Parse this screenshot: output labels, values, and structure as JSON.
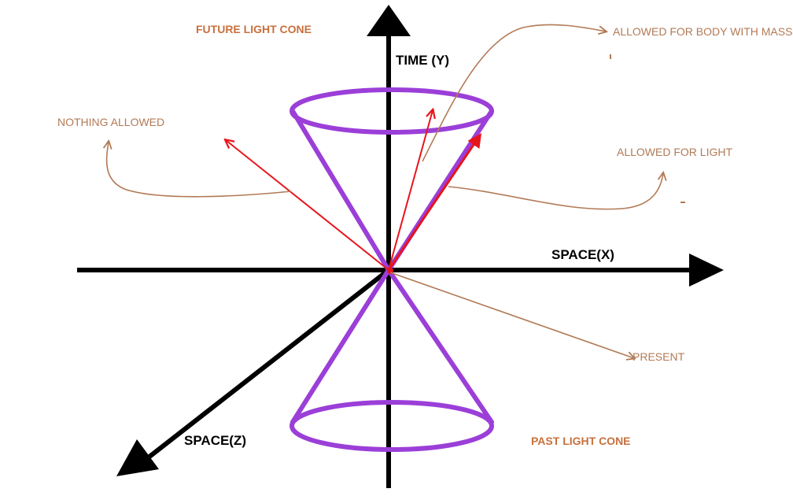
{
  "labels": {
    "future_cone": "FUTURE LIGHT CONE",
    "past_cone": "PAST LIGHT CONE",
    "time_axis": "TIME (Y)",
    "space_x": "SPACE(X)",
    "space_z": "SPACE(Z)",
    "nothing_allowed": "NOTHING ALLOWED",
    "allowed_light": "ALLOWED FOR LIGHT",
    "allowed_mass": "ALLOWED FOR BODY WITH MASS",
    "present": "PRESENT"
  },
  "colors": {
    "axis": "#000000",
    "cone": "#9b3fd8",
    "vector": "#e8141c",
    "annotation": "#b27a56",
    "accent": "#c8703c"
  }
}
